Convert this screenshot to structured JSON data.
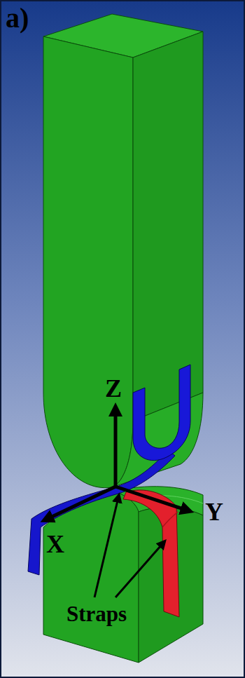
{
  "diagram": {
    "labels": [
      "a)",
      "Z",
      "X",
      "Y",
      "Straps"
    ]
  }
}
